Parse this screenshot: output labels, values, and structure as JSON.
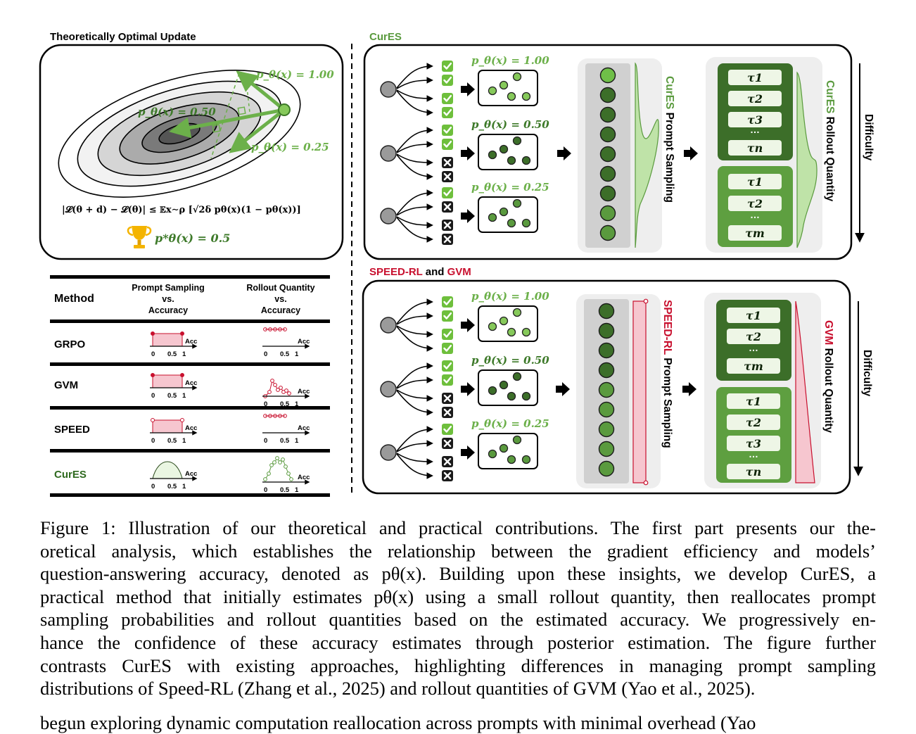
{
  "theory": {
    "title": "Theoretically Optimal Update",
    "label_100": "p_θ(x) = 1.00",
    "label_050": "p_θ(x) = 0.50",
    "label_025": "p_θ(x) = 0.25",
    "bound": "|𝓛(θ + d) − 𝓛(θ)| ≤ 𝔼x∼ρ [√2δ pθ(x)(1 − pθ(x))]",
    "optimum": "p*θ(x) = 0.5"
  },
  "table": {
    "headers": [
      "Method",
      "Prompt Sampling vs. Accuracy",
      "Rollout Quantity vs. Accuracy"
    ],
    "rows": [
      {
        "method": "GRPO",
        "color": "#000000"
      },
      {
        "method": "GVM",
        "color": "#000000"
      },
      {
        "method": "SPEED",
        "color": "#000000"
      },
      {
        "method": "CurES",
        "color": "#2f6a1f"
      }
    ],
    "axis": {
      "ticks": [
        "0",
        "0.5",
        "1"
      ],
      "label": "Acc"
    }
  },
  "cures": {
    "header": "CurES",
    "groups": [
      {
        "label": "p_θ(x) = 1.00"
      },
      {
        "label": "p_θ(x) = 0.50"
      },
      {
        "label": "p_θ(x) = 0.25"
      }
    ],
    "prompt_sampling": {
      "accent": "CurES",
      "rest": " Prompt Sampling"
    },
    "rollout_quantity": {
      "accent": "CurES",
      "rest": " Rollout Quantity"
    },
    "tau_top": [
      "τ1",
      "τ2",
      "τ3",
      "…",
      "τn"
    ],
    "tau_bottom": [
      "τ1",
      "τ2",
      "…",
      "τm"
    ],
    "difficulty": "Difficulty"
  },
  "speed": {
    "header_a": "SPEED-RL",
    "header_and": " and ",
    "header_b": "GVM",
    "groups": [
      {
        "label": "p_θ(x) = 1.00"
      },
      {
        "label": "p_θ(x) = 0.50"
      },
      {
        "label": "p_θ(x) = 0.25"
      }
    ],
    "prompt_sampling": {
      "accent": "SPEED-RL",
      "rest": " Prompt Sampling"
    },
    "rollout_quantity": {
      "accent": "GVM",
      "rest": " Rollout Quantity"
    },
    "tau_top": [
      "τ1",
      "τ2",
      "…",
      "τm"
    ],
    "tau_bottom": [
      "τ1",
      "τ2",
      "τ3",
      "…",
      "τn"
    ],
    "difficulty": "Difficulty"
  },
  "caption": {
    "lines": [
      "Figure 1: Illustration of our theoretical and practical contributions. The first part presents our the-",
      "oretical analysis, which establishes the relationship between the gradient efficiency and models’",
      "question-answering accuracy, denoted as pθ(x). Building upon these insights, we develop CurES, a",
      "practical method that initially estimates pθ(x) using a small rollout quantity, then reallocates prompt",
      "sampling probabilities and rollout quantities based on the estimated accuracy. We progressively en-",
      "hance the confidence of these accuracy estimates through posterior estimation. The figure further",
      "contrasts CurES with existing approaches, highlighting differences in managing prompt sampling",
      "distributions of Speed-RL (Zhang et al., 2025) and rollout quantities of GVM (Yao et al., 2025)."
    ],
    "next_line": "begun exploring dynamic computation reallocation across prompts with minimal overhead (Yao"
  },
  "colors": {
    "green_dark": "#3a6b2a",
    "green_mid": "#5f9e3f",
    "green_light": "#8ccf5a",
    "red": "#c8102e",
    "pink": "#f6c6cf"
  }
}
